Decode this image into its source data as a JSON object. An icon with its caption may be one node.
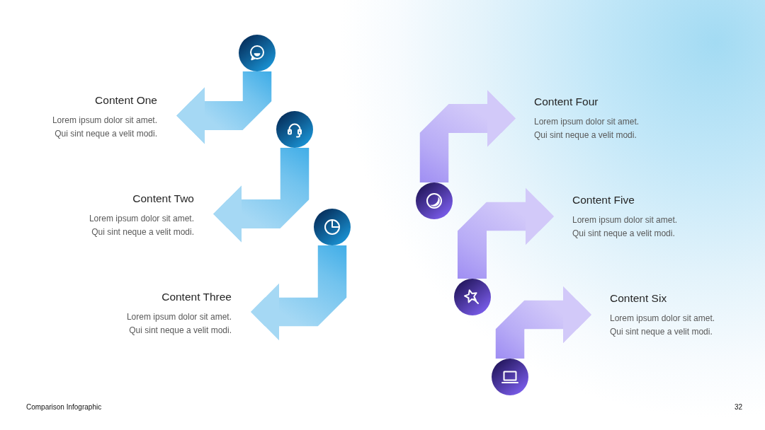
{
  "diagram": {
    "nodes": [
      {
        "text": [
          "Content One",
          "Lorem ipsum dolor sit amet. Qui sint neque a velit modi."
        ]
      },
      {
        "text": [
          "Content Two",
          "Lorem ipsum dolor sit amet. Qui sint neque a velit modi."
        ]
      },
      {
        "text": [
          "Content Three",
          "Lorem ipsum dolor sit amet. Qui sint neque a velit modi."
        ]
      },
      {
        "text": [
          "Content Four",
          "Lorem ipsum dolor sit amet. Qui sint neque a velit modi."
        ]
      },
      {
        "text": [
          "Content Five",
          "Lorem ipsum dolor sit amet. Qui sint neque a velit modi."
        ]
      },
      {
        "text": [
          "Content Six",
          "Lorem ipsum dolor sit amet. Qui sint neque a velit modi."
        ]
      },
      {
        "text": [],
        "shape": "circle"
      },
      {
        "text": [],
        "shape": "circle"
      },
      {
        "text": [],
        "shape": "circle"
      },
      {
        "text": [],
        "shape": "circle"
      },
      {
        "text": [],
        "shape": "circle"
      },
      {
        "text": [],
        "shape": "circle"
      }
    ],
    "edges": [
      {
        "from": 6,
        "to": 0,
        "arrow": "to",
        "color": "#36a9e6"
      },
      {
        "from": 7,
        "to": 1,
        "arrow": "to",
        "color": "#36a9e6"
      },
      {
        "from": 8,
        "to": 2,
        "arrow": "to",
        "color": "#36a9e6"
      },
      {
        "from": 9,
        "to": 3,
        "arrow": "to",
        "color": "#9a88f2"
      },
      {
        "from": 10,
        "to": 4,
        "arrow": "to",
        "color": "#9a88f2"
      },
      {
        "from": 11,
        "to": 5,
        "arrow": "to",
        "color": "#9a88f2"
      }
    ],
    "labels": [
      "Comparison Infographic",
      "32"
    ]
  }
}
